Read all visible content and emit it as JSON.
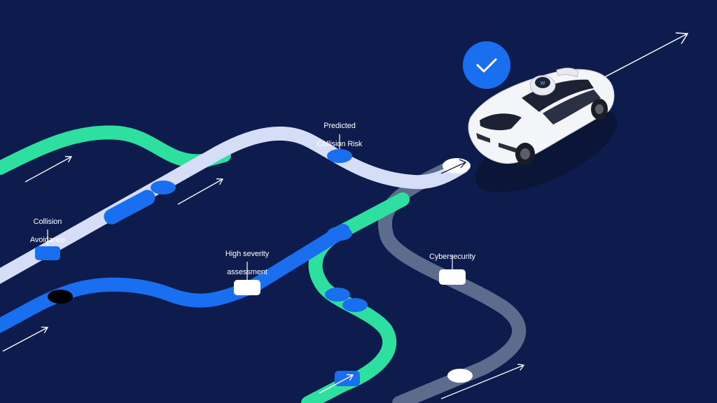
{
  "labels": {
    "predicted_collision_risk": [
      "Predicted",
      "Collision Risk"
    ],
    "collision_avoidance": [
      "Collision",
      "Avoidance"
    ],
    "high_severity_assessment": [
      "High severity",
      "assessment"
    ],
    "cybersecurity": "Cybersecurity"
  },
  "colors": {
    "background": "#0d1c4c",
    "green_path": "#2de0a0",
    "lavender_path": "#d6ddf7",
    "blue_path": "#1a6ff0",
    "gray_path": "#5d6b8c",
    "checkmark_badge": "#1a6ff0",
    "marker_white": "#ffffff"
  },
  "icons": {
    "status": "checkmark-icon",
    "vehicle": "autonomous-car-icon",
    "direction": "arrow-icon"
  }
}
